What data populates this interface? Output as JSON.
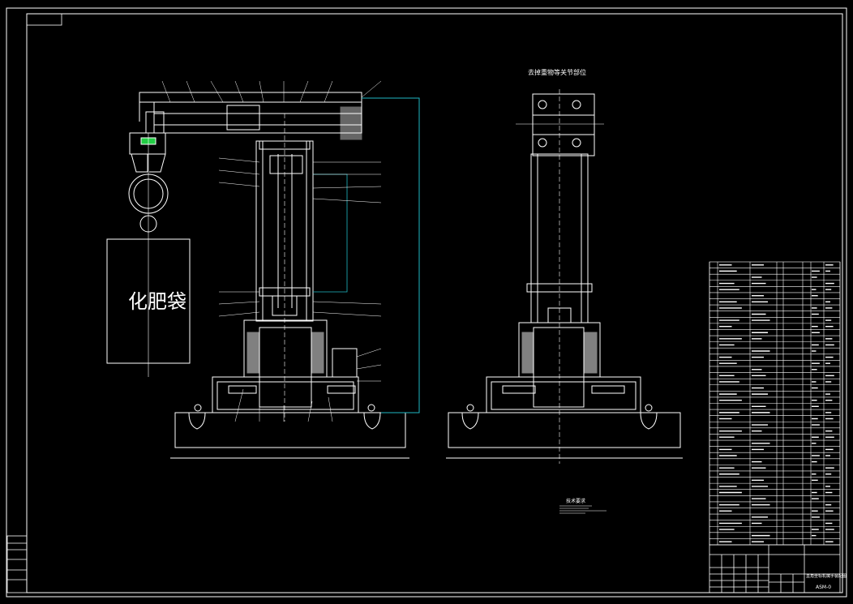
{
  "drawing": {
    "cargo_label": "化肥袋",
    "side_view_title": "去掉重物等关节部位",
    "tech_req_title": "技术要求",
    "title_block": {
      "drawing_name": "直角坐标机械手装配图",
      "drawing_no": "ASM-0"
    },
    "colors": {
      "background": "#000000",
      "line": "#ffffff",
      "pipe": "#1fb8c4",
      "indicator": "#22cc44"
    }
  }
}
